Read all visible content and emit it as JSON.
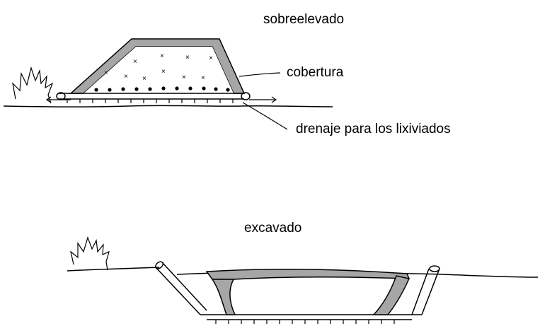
{
  "labels": {
    "raised_title": "sobreelevado",
    "cover": "cobertura",
    "leachate_drain": "drenaje para los lixiviados",
    "excavated_title": "excavado"
  },
  "colors": {
    "cover_fill": "#a6a6a6",
    "line": "#000000",
    "fill_dots": "#000000"
  },
  "icons": {
    "shrub": "shrub-icon",
    "drain_pipe": "pipe-icon"
  }
}
